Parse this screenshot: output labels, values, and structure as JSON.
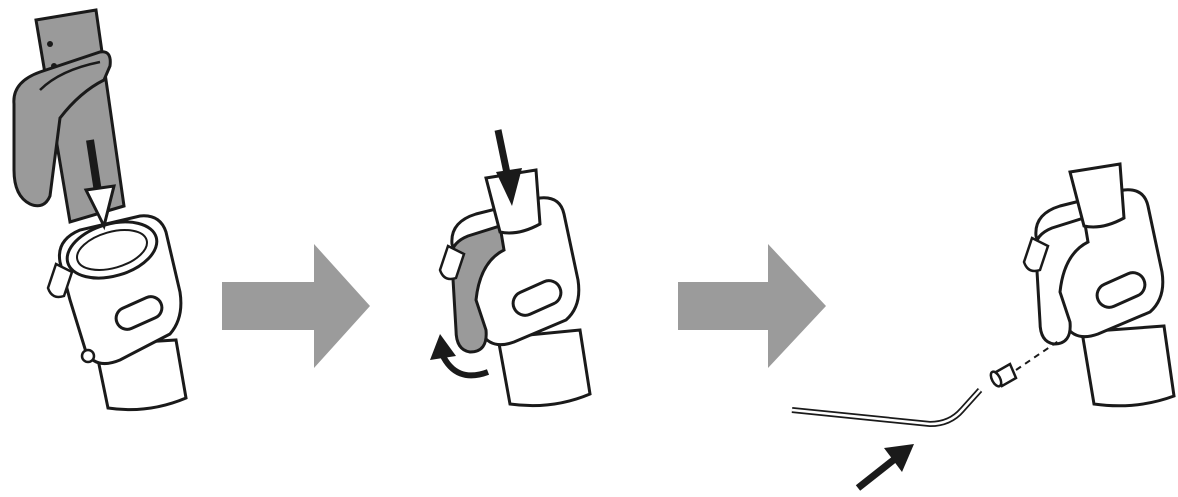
{
  "diagram": {
    "steps": [
      {
        "id": "step-1",
        "action": "insert-tube-into-clamp"
      },
      {
        "id": "step-2",
        "action": "push-down-and-rotate-lever"
      },
      {
        "id": "step-3",
        "action": "insert-screw-with-hex-key"
      }
    ],
    "transitions": 2,
    "colors": {
      "outline": "#1a1a1a",
      "part_gray": "#9a9a9a",
      "flow_arrow": "#9b9b9b",
      "tube_fill": "#ffffff",
      "dark_gray": "#6e6e6e"
    }
  },
  "icons": {
    "flow_arrow": "right-arrow-icon",
    "insert_arrow": "down-arrow-icon",
    "rotate_arrow": "curved-arrow-icon",
    "tool_arrow": "diagonal-arrow-icon"
  }
}
